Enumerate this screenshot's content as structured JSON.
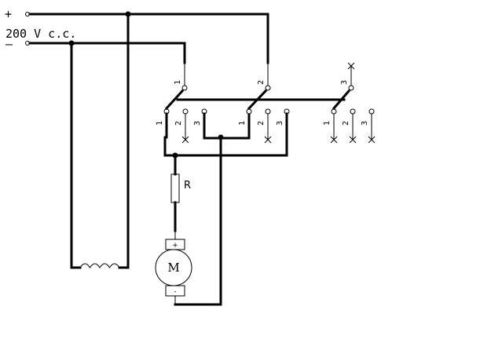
{
  "supply": {
    "plus": "+",
    "voltage": "200 V c.c.",
    "minus": "–"
  },
  "resistor_label": "R",
  "motor": {
    "label": "M",
    "plus": "+",
    "minus": "-"
  },
  "switches": [
    {
      "contacts": [
        "1",
        "1",
        "2",
        "3"
      ]
    },
    {
      "contacts": [
        "2",
        "1",
        "2",
        "3"
      ]
    },
    {
      "contacts": [
        "3",
        "1",
        "2",
        "3"
      ]
    }
  ]
}
